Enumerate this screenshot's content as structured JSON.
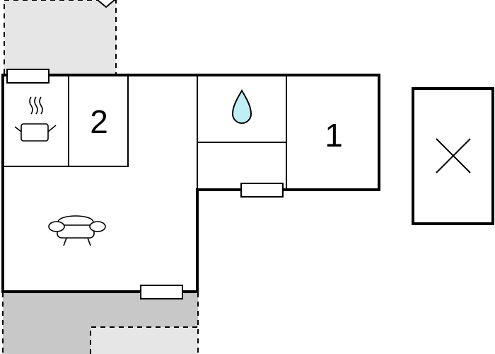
{
  "floor_plan": {
    "rooms": [
      {
        "id": "bedroom-2",
        "label": "2"
      },
      {
        "id": "bedroom-1",
        "label": "1"
      }
    ],
    "icons": [
      "kitchen-icon",
      "water-drop-icon",
      "sofa-icon",
      "cross-icon"
    ],
    "colors": {
      "wall": "#000000",
      "terrace": "#e6e6e6",
      "terrace_dark": "#c8c8c8",
      "water": "#bfeef5",
      "window": "#ffffff"
    }
  }
}
